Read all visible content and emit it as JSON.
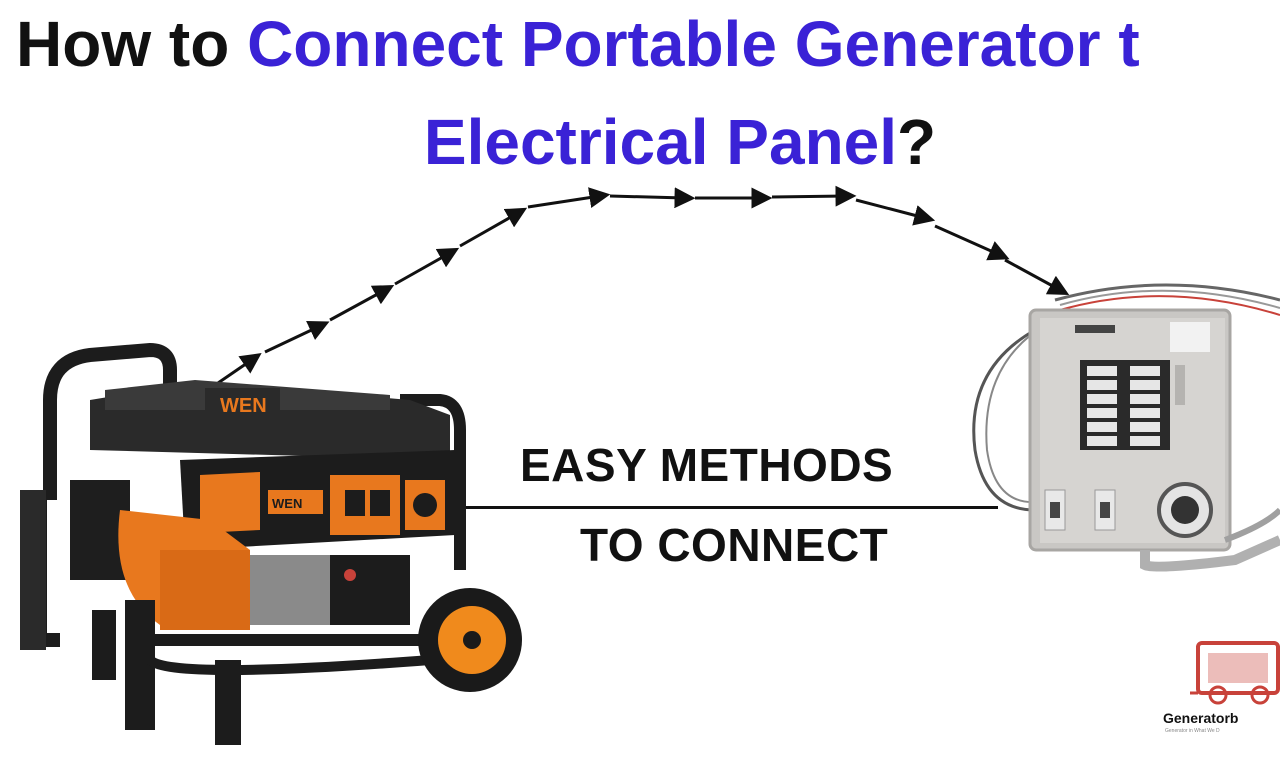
{
  "headline": {
    "line1_prefix": "How to ",
    "line1_accent": "Connect Portable Generator t",
    "line2_accent": "Electrical Panel",
    "line2_suffix": "?"
  },
  "subtitle": {
    "line1": "EASY METHODS",
    "line2": "TO CONNECT"
  },
  "generator": {
    "brand_badge": "WEN",
    "panel_badge": "WEN"
  },
  "logo": {
    "name": "Generatorb",
    "tagline": "Generator in What We D"
  },
  "colors": {
    "accent": "#3a22d6",
    "text": "#111111",
    "generator_orange": "#e8781e",
    "generator_frame": "#1c1c1c",
    "panel_gray": "#c9c7c4",
    "logo_red": "#c8423a"
  },
  "icons": {
    "path_arrows": "arrow-right-icon",
    "logo": "generator-icon"
  }
}
